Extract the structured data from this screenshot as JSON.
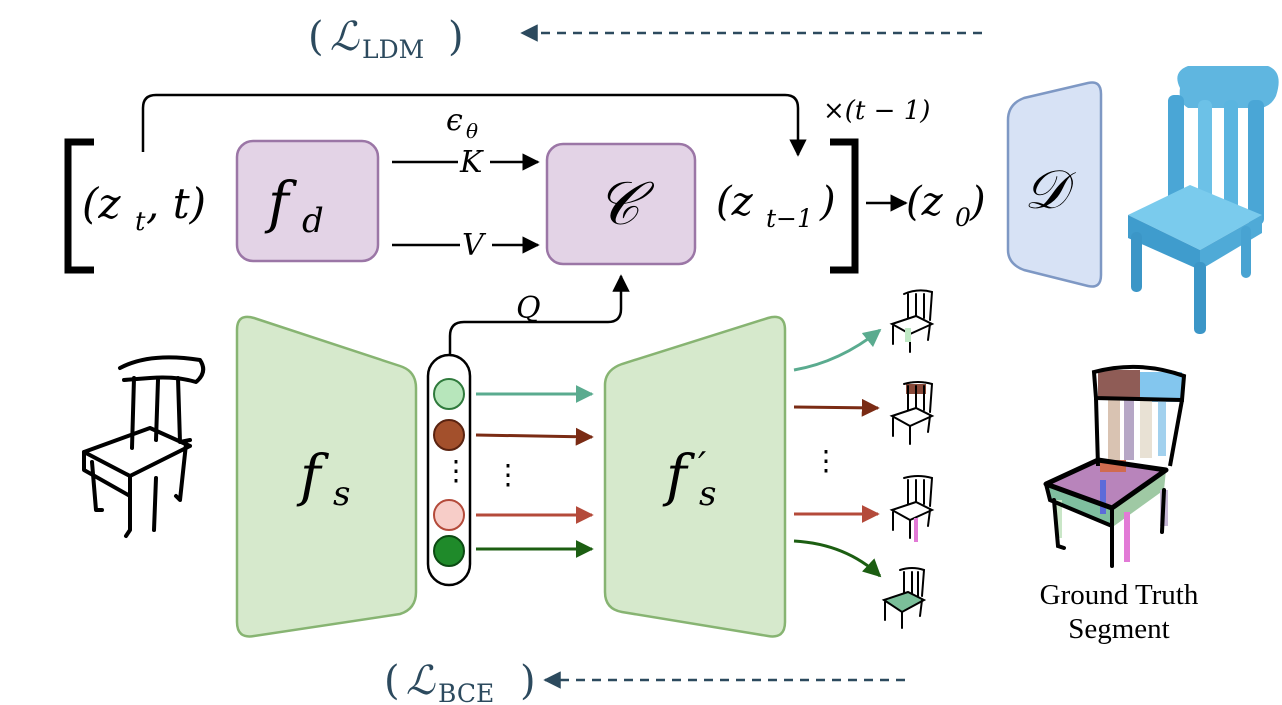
{
  "losses": {
    "ldm_open": "(",
    "ldm_script": "ℒ",
    "ldm_sub": "LDM",
    "ldm_close": ")",
    "bce_open": "(",
    "bce_script": "ℒ",
    "bce_sub": "BCE",
    "bce_close": ")",
    "ldm_color": "#2c4a5e",
    "bce_color": "#2c4a5e"
  },
  "top": {
    "input_label": "(z",
    "input_sub": "t",
    "input_tail": ", t)",
    "eps": "ϵ",
    "eps_sub": "θ",
    "key": "K",
    "value": "V",
    "query": "Q",
    "repeat": "×(t − 1)",
    "prev_label": "(z",
    "prev_sub": "t−1",
    "prev_tail": ")",
    "final_label": "(z",
    "final_sub": "0",
    "final_tail": ")"
  },
  "modules": {
    "fd_main": "f",
    "fd_sub": "d",
    "cross": "𝒞",
    "fs_main": "f",
    "fs_sub": "s",
    "fsp_main": "f",
    "fsp_prime": "′",
    "fsp_sub": "s",
    "decoder": "𝒟",
    "purple_fill": "#e3d3e6",
    "purple_stroke": "#9b76a6",
    "green_fill": "#d6e9cc",
    "green_stroke": "#87b472",
    "blue_fill": "#d7e2f5",
    "blue_stroke": "#7e98c4"
  },
  "tokens": {
    "colors": [
      "#b7e6bb",
      "#a3502c",
      "#f7cdc8",
      "#1f8a2a"
    ],
    "arrow_colors": [
      "#5aab8f",
      "#7a2b14",
      "#b44a3a",
      "#1c5e12"
    ],
    "ellipsis": "⋮"
  },
  "caption": {
    "line1": "Ground Truth",
    "line2": "Segment"
  }
}
